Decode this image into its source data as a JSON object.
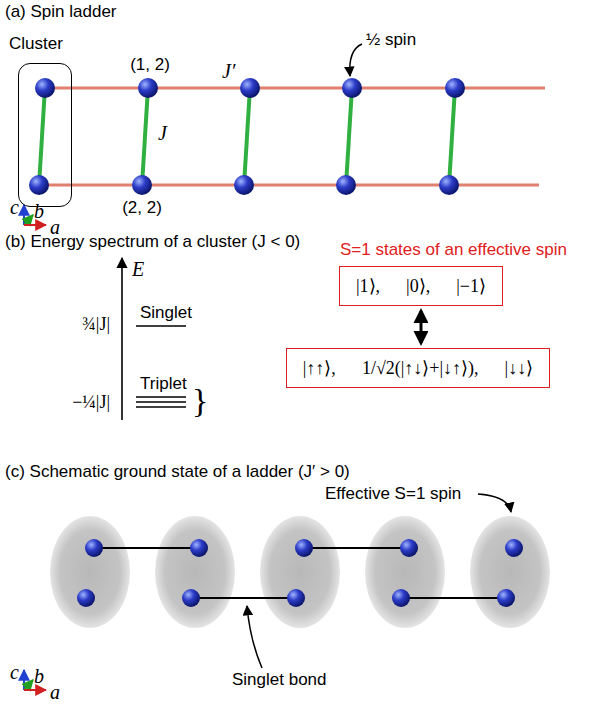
{
  "diagram": {
    "nodes": [
      {
        "text": [
          "Cluster"
        ]
      },
      {
        "text": [
          "S=1 states of an effective spin",
          "|1⟩,",
          "|0⟩,",
          "|−1⟩"
        ]
      },
      {
        "text": [
          "|↑↑⟩,",
          "1/√2(|↑↓⟩+|↓↑⟩),",
          "|↓↓⟩"
        ]
      }
    ],
    "edges": [
      {
        "from": 1,
        "to": 2,
        "arrow": "both"
      }
    ],
    "labels": [
      "(a) Spin ladder",
      "(1, 2)",
      "(2, 2)",
      "J′",
      "J",
      "½ spin",
      "c",
      "b",
      "a",
      "(b) Energy spectrum of a cluster (J < 0)",
      "E",
      "¾|J|",
      "Singlet",
      "−¼|J|",
      "Triplet",
      "}",
      "(c) Schematic ground state of a ladder (J′ > 0)",
      "Effective S=1 spin",
      "Singlet bond",
      "c",
      "b",
      "a"
    ]
  }
}
